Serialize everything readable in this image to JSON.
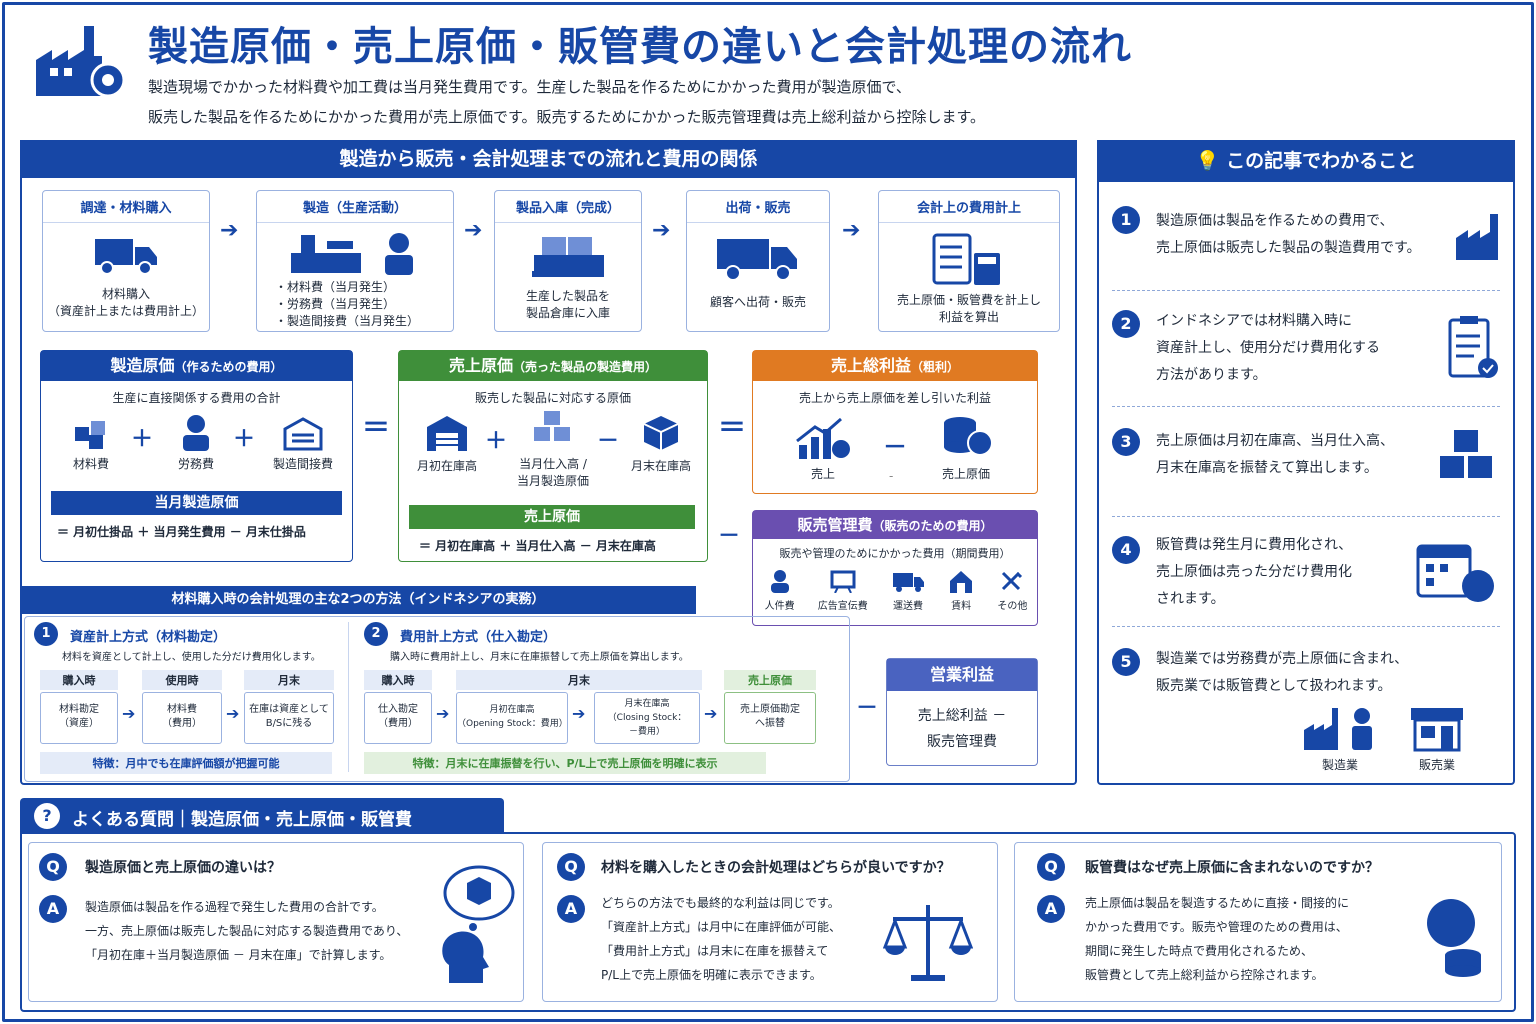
{
  "header": {
    "title": "製造原価・売上原価・販管費の違いと会計処理の流れ",
    "desc1": "製造現場でかかった材料費や加工費は当月発生費用です。生産した製品を作るためにかかった費用が製造原価で、",
    "desc2": "販売した製品を作るためにかかった費用が売上原価です。販売するためにかかった販売管理費は売上総利益から控除します。"
  },
  "flow": {
    "title": "製造から販売・会計処理までの流れと費用の関係",
    "steps": [
      {
        "title": "調達・材料購入",
        "text1": "材料購入",
        "text2": "（資産計上または費用計上）"
      },
      {
        "title": "製造（生産活動）",
        "items": [
          "・材料費（当月発生）",
          "・労務費（当月発生）",
          "・製造間接費（当月発生）"
        ]
      },
      {
        "title": "製品入庫（完成）",
        "text1": "生産した製品を",
        "text2": "製品倉庫に入庫"
      },
      {
        "title": "出荷・販売",
        "text1": "顧客へ出荷・販売"
      },
      {
        "title": "会計上の費用計上",
        "text1": "売上原価・販管費を計上し",
        "text2": "利益を算出"
      }
    ]
  },
  "mfg": {
    "title": "製造原価",
    "sub": "（作るための費用）",
    "desc": "生産に直接関係する費用の合計",
    "items": [
      "材料費",
      "労務費",
      "製造間接費"
    ],
    "bar": "当月製造原価",
    "formula": "＝ 月初仕掛品 ＋ 当月発生費用 － 月末仕掛品"
  },
  "cogs": {
    "title": "売上原価",
    "sub": "（売った製品の製造費用）",
    "desc": "販売した製品に対応する原価",
    "items": [
      "月初在庫高",
      "当月仕入高 /",
      "当月製造原価",
      "月末在庫高"
    ],
    "bar": "売上原価",
    "formula": "＝ 月初在庫高 ＋ 当月仕入高 － 月末在庫高"
  },
  "gross": {
    "title": "売上総利益",
    "sub": "（粗利）",
    "desc": "売上から売上原価を差し引いた利益",
    "items": [
      "売上",
      "-",
      "売上原価"
    ]
  },
  "sga": {
    "title": "販売管理費",
    "sub": "（販売のための費用）",
    "desc": "販売や管理のためにかかった費用（期間費用）",
    "items": [
      "人件費",
      "広告宣伝費",
      "運送費",
      "賃料",
      "その他"
    ]
  },
  "op": {
    "title": "営業利益",
    "line1": "売上総利益 －",
    "line2": "販売管理費"
  },
  "methods": {
    "title": "材料購入時の会計処理の主な2つの方法（インドネシアの実務）",
    "m1": {
      "num": "1",
      "title": "資産計上方式（材料勘定）",
      "desc": "材料を資産として計上し、使用した分だけ費用化します。",
      "cols": [
        "購入時",
        "使用時",
        "月末"
      ],
      "boxes": [
        [
          "材料勘定",
          "（資産）"
        ],
        [
          "材料費",
          "（費用）"
        ],
        [
          "在庫は資産として",
          "B/Sに残る"
        ]
      ],
      "note": "特徴：月中でも在庫評価額が把握可能"
    },
    "m2": {
      "num": "2",
      "title": "費用計上方式（仕入勘定）",
      "desc": "購入時に費用計上し、月末に在庫振替して売上原価を算出します。",
      "cols": [
        "購入時",
        "月末",
        "",
        "売上原価"
      ],
      "boxes": [
        [
          "仕入勘定",
          "（費用）"
        ],
        [
          "月初在庫高",
          "（Opening Stock：費用）"
        ],
        [
          "月末在庫高",
          "（Closing Stock：",
          "－費用）"
        ],
        [
          "売上原価勘定",
          "へ振替"
        ]
      ],
      "note": "特徴：月末に在庫振替を行い、P/L上で売上原価を明確に表示"
    }
  },
  "side": {
    "title": "この記事でわかること",
    "items": [
      {
        "num": "1",
        "lines": [
          "製造原価は製品を作るための費用で、",
          "売上原価は販売した製品の製造費用です。"
        ]
      },
      {
        "num": "2",
        "lines": [
          "インドネシアでは材料購入時に",
          "資産計上し、使用分だけ費用化する",
          "方法があります。"
        ]
      },
      {
        "num": "3",
        "lines": [
          "売上原価は月初在庫高、当月仕入高、",
          "月末在庫高を振替えて算出します。"
        ]
      },
      {
        "num": "4",
        "lines": [
          "販管費は発生月に費用化され、",
          "売上原価は売った分だけ費用化",
          "されます。"
        ]
      },
      {
        "num": "5",
        "lines": [
          "製造業では労務費が売上原価に含まれ、",
          "販売業では販管費として扱われます。"
        ]
      }
    ],
    "labels": [
      "製造業",
      "販売業"
    ]
  },
  "faq": {
    "title": "よくある質問｜製造原価・売上原価・販管費",
    "items": [
      {
        "q": "製造原価と売上原価の違いは？",
        "a": [
          "製造原価は製品を作る過程で発生した費用の合計です。",
          "一方、売上原価は販売した製品に対応する製造費用であり、",
          "「月初在庫＋当月製造原価 － 月末在庫」で計算します。"
        ]
      },
      {
        "q": "材料を購入したときの会計処理はどちらが良いですか？",
        "a": [
          "どちらの方法でも最終的な利益は同じです。",
          "「資産計上方式」は月中に在庫評価が可能、",
          "「費用計上方式」は月末に在庫を振替えて",
          "P/L上で売上原価を明確に表示できます。"
        ]
      },
      {
        "q": "販管費はなぜ売上原価に含まれないのですか？",
        "a": [
          "売上原価は製品を製造するために直接・間接的に",
          "かかった費用です。販売や管理のための費用は、",
          "期間に発生した時点で費用化されるため、",
          "販管費として売上総利益から控除されます。"
        ]
      }
    ]
  },
  "colors": {
    "blue": "#1747a6",
    "green": "#3f8f3a",
    "orange": "#e07a22",
    "purple": "#6a4fb0"
  }
}
